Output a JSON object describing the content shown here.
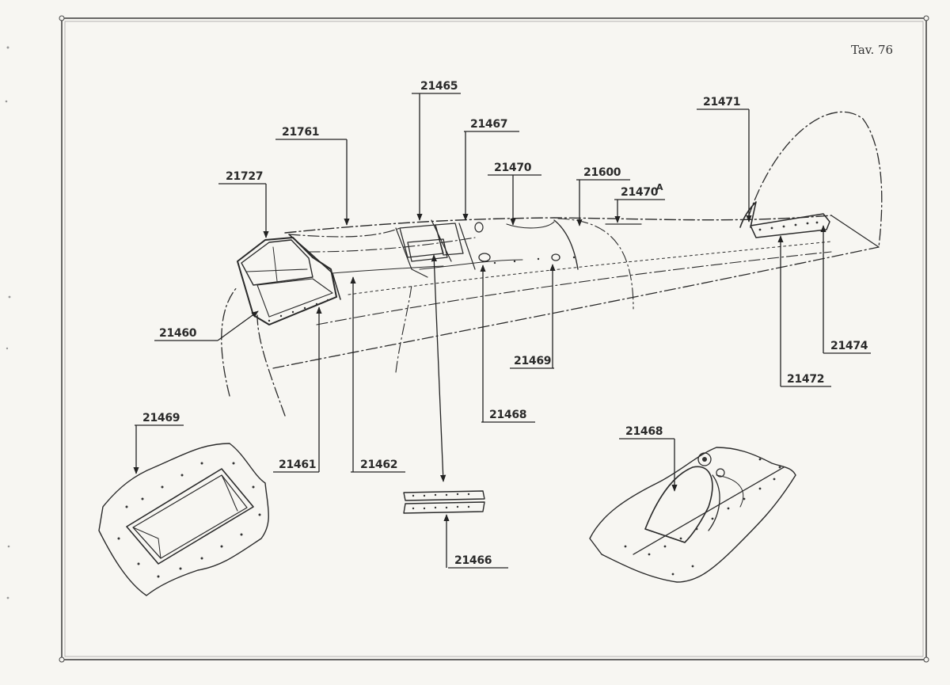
{
  "plate_label": "Tav. 76",
  "callouts": {
    "p21465": "21465",
    "p21761": "21761",
    "p21467": "21467",
    "p21471": "21471",
    "p21727": "21727",
    "p21470": "21470",
    "p21600": "21600",
    "p21470a": "21470",
    "p21470a_sup": "A",
    "p21460": "21460",
    "p21474": "21474",
    "p21469_small": "21469",
    "p21472": "21472",
    "p21469_detail": "21469",
    "p21468": "21468",
    "p21468_detail": "21468",
    "p21461": "21461",
    "p21462": "21462",
    "p21466": "21466"
  }
}
